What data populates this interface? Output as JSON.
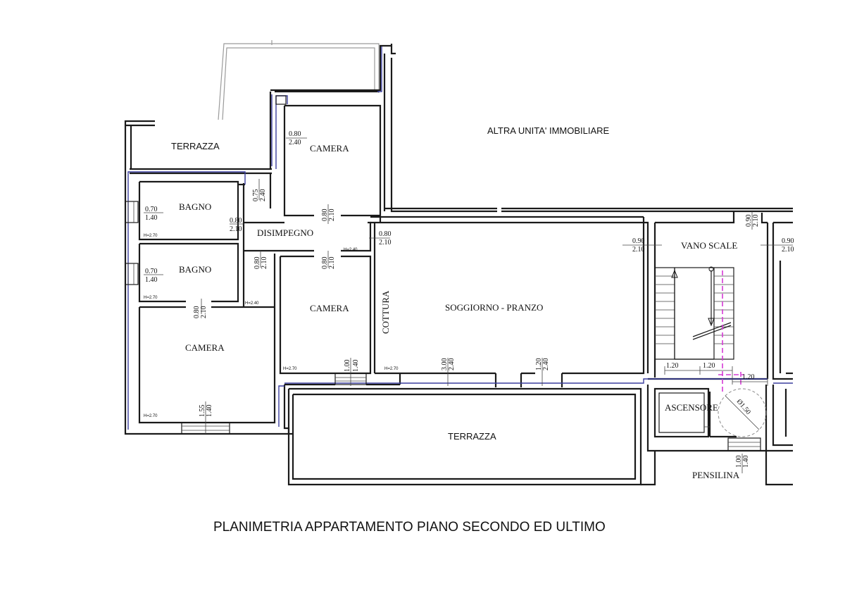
{
  "title": "PLANIMETRIA APPARTAMENTO PIANO SECONDO ED ULTIMO",
  "rooms": {
    "terrazza_top": "TERRAZZA",
    "camera_top": "CAMERA",
    "altra_unita": "ALTRA UNITA' IMMOBILIARE",
    "bagno_1": "BAGNO",
    "bagno_2": "BAGNO",
    "disimpegno": "DISIMPEGNO",
    "vano_scale": "VANO SCALE",
    "camera_mid": "CAMERA",
    "cottura": "COTTURA",
    "soggiorno": "SOGGIORNO - PRANZO",
    "camera_bottom": "CAMERA",
    "terrazza_bottom": "TERRAZZA",
    "ascensore": "ASCENSORE",
    "pensilina": "PENSILINA"
  },
  "dims": {
    "w080": "0.80",
    "h240": "2.40",
    "w075": "0.75",
    "h240b": "2.40",
    "w070a": "0.70",
    "h140a": "1.40",
    "w080b": "0.80",
    "h210b": "2.10",
    "w080c": "0.80",
    "h210c": "2.10",
    "w080d": "0.80",
    "h210d": "2.10",
    "w070b": "0.70",
    "h140b": "1.40",
    "w080e": "0.80",
    "h210e": "2.10",
    "w080f": "0.80",
    "h210f": "2.10",
    "w080g": "0.80",
    "h210g": "2.10",
    "w090a": "0.90",
    "h210h": "2.10",
    "w090b": "0.90",
    "h210i": "2.10",
    "w090c": "0.90",
    "h210j": "2.10",
    "w100a": "1.00",
    "h140c": "1.40",
    "w300": "3.00",
    "h240c": "2.40",
    "w120a": "1.20",
    "h240d": "2.40",
    "w155": "1.55",
    "h140d": "1.40",
    "w100b": "1.00",
    "h140e": "1.40",
    "s120a": "1.20",
    "s120b": "1.20",
    "s120c": "1.20",
    "diam": "Ø1.50"
  },
  "heights": {
    "h1": "H=2.70",
    "h2": "H=2.70",
    "h3": "H=2.40",
    "h4": "H=2.40",
    "h5": "H=2.70",
    "h6": "H=2.70",
    "h7": "H=2.70"
  }
}
